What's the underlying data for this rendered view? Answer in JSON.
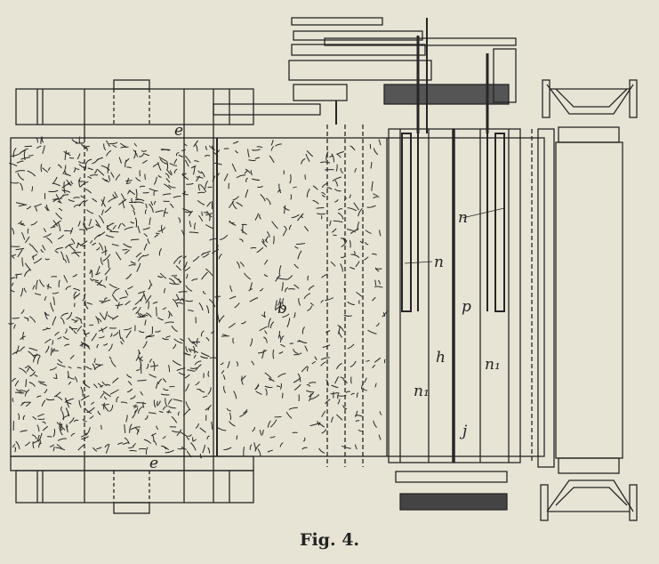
{
  "figure": {
    "caption": "Fig. 4.",
    "labels": {
      "e_top": "e",
      "e_bottom": "e",
      "b": "b",
      "n_upper_right": "n",
      "n_left": "n",
      "p": "p",
      "h": "h",
      "n1_left": "n₁",
      "n1_right": "n₁",
      "j": "j"
    },
    "colors": {
      "paper": "#e7e3d5",
      "ink": "#262626"
    }
  }
}
